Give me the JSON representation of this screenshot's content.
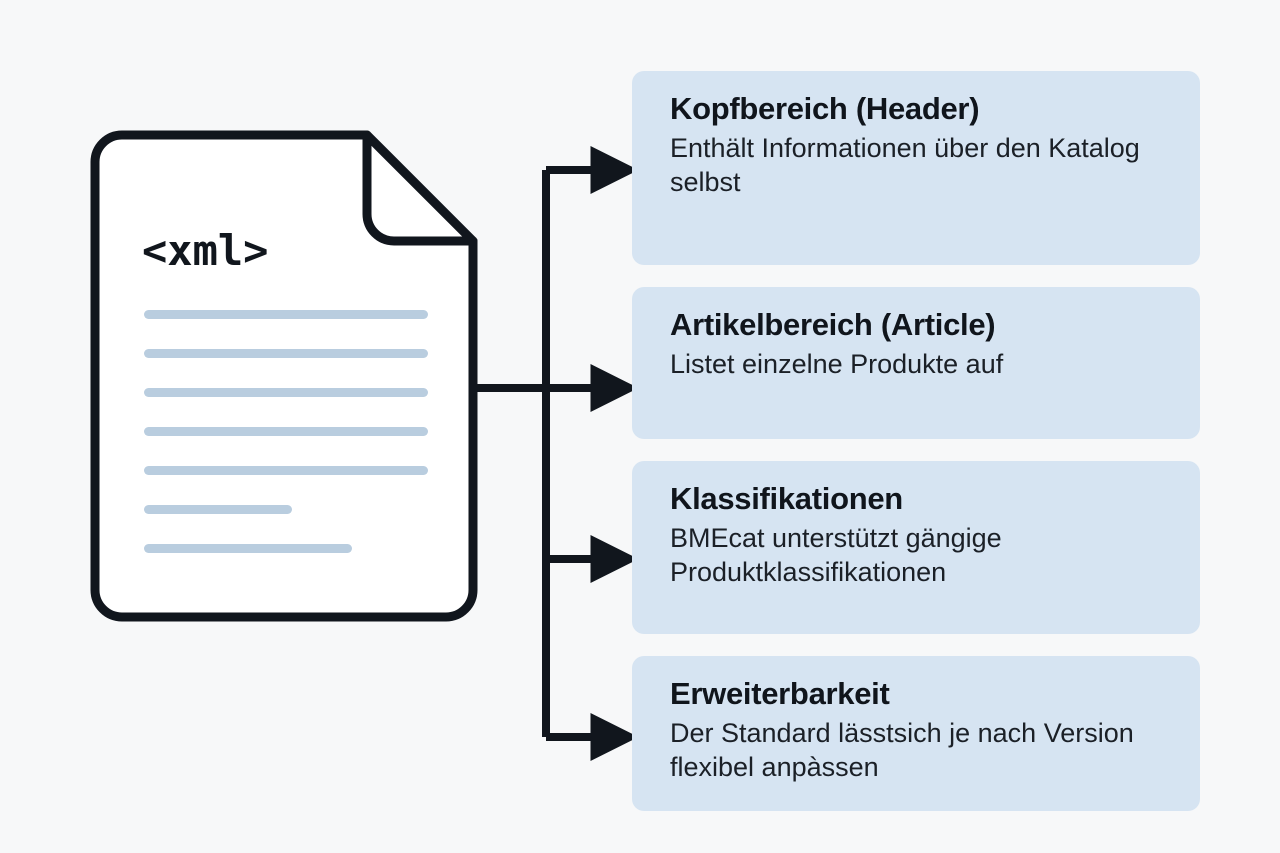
{
  "theme": {
    "page_background": "#f7f8f9",
    "card_background": "#d6e4f2",
    "outline_color": "#11161d",
    "doc_line_color": "#b9cddf",
    "text_color": "#10151c"
  },
  "document_icon": {
    "name": "xml-document",
    "label": "<xml>",
    "has_folded_corner": true,
    "content_lines": [
      {
        "width_pct": 100
      },
      {
        "width_pct": 100
      },
      {
        "width_pct": 100
      },
      {
        "width_pct": 100
      },
      {
        "width_pct": 100
      },
      {
        "width_pct": 52
      },
      {
        "width_pct": 73
      }
    ]
  },
  "connectors": {
    "count": 4,
    "style": "elbow-arrow",
    "color": "#11161d"
  },
  "cards": [
    {
      "title": "Kopfbereich (Header)",
      "body": "Enthält Informationen über den Katalog selbst"
    },
    {
      "title": "Artikelbereich (Article)",
      "body": "Listet einzelne Produkte auf"
    },
    {
      "title": "Klassifikationen",
      "body": "BMEcat unterstützt gängige Produktklassifikationen"
    },
    {
      "title": "Erweiterbarkeit",
      "body": "Der Standard lässtsich je nach Version flexibel anpàssen"
    }
  ]
}
